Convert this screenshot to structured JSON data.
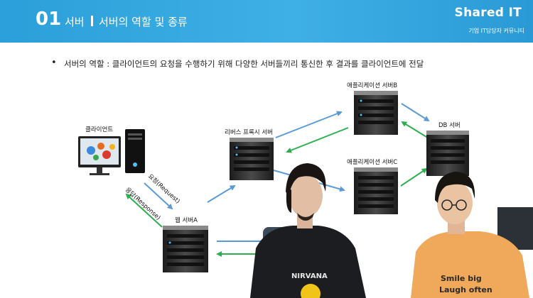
{
  "header": {
    "number": "01",
    "title": "서버",
    "subtitle": "서버의 역할 및 종류",
    "brand": "Shared IT",
    "brand_sub": "기업 IT담당자 커뮤니티"
  },
  "bullet": {
    "marker": "•",
    "text": "서버의 역할 : 클라이언트의 요청을 수행하기 위해 다양한 서버들끼리 통신한 후 결과를 클라이언트에 전달"
  },
  "diagram": {
    "client_label": "클라이언트",
    "web_label": "웹 서버A",
    "proxy_label": "리버스 프록시 서버",
    "appB_label": "애플리케이션 서버B",
    "appC_label": "애플리케이션 서버C",
    "db_label": "DB 서버",
    "request_label": "요청(Request)",
    "response_label": "응답(Response)"
  },
  "video": {
    "shirt_left_text": "NIRVANA",
    "shirt_right_line1": "Smile big",
    "shirt_right_line2": "Laugh often"
  },
  "colors": {
    "header_blue": "#35a8e0",
    "arrow_blue": "#5b9bd5",
    "arrow_green": "#2eaf4f"
  }
}
